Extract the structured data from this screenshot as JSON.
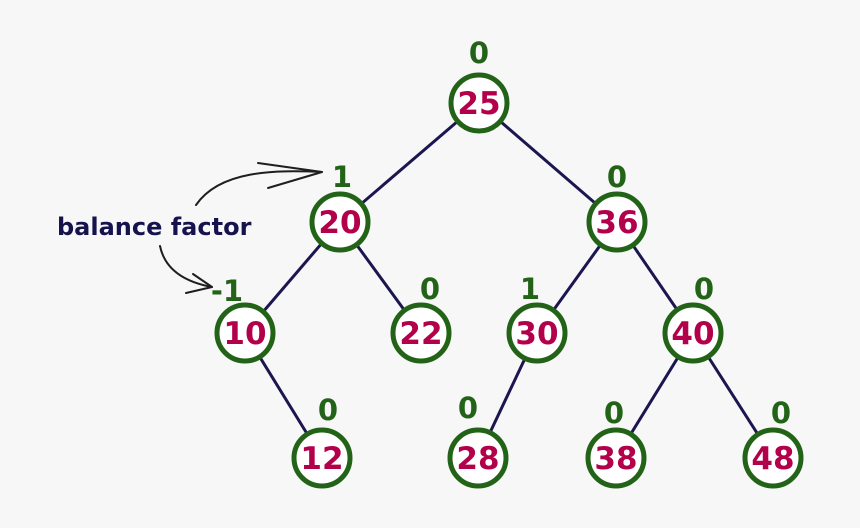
{
  "annotation": {
    "text": "balance factor"
  },
  "nodes": [
    {
      "id": "25",
      "value": "25",
      "balance": "0"
    },
    {
      "id": "20",
      "value": "20",
      "balance": "1"
    },
    {
      "id": "36",
      "value": "36",
      "balance": "0"
    },
    {
      "id": "10",
      "value": "10",
      "balance": "-1"
    },
    {
      "id": "22",
      "value": "22",
      "balance": "0"
    },
    {
      "id": "30",
      "value": "30",
      "balance": "1"
    },
    {
      "id": "40",
      "value": "40",
      "balance": "0"
    },
    {
      "id": "12",
      "value": "12",
      "balance": "0"
    },
    {
      "id": "28",
      "value": "28",
      "balance": "0"
    },
    {
      "id": "38",
      "value": "38",
      "balance": "0"
    },
    {
      "id": "48",
      "value": "48",
      "balance": "0"
    }
  ],
  "edges": [
    [
      "25",
      "20"
    ],
    [
      "25",
      "36"
    ],
    [
      "20",
      "10"
    ],
    [
      "20",
      "22"
    ],
    [
      "36",
      "30"
    ],
    [
      "36",
      "40"
    ],
    [
      "10",
      "12"
    ],
    [
      "30",
      "28"
    ],
    [
      "40",
      "38"
    ],
    [
      "40",
      "48"
    ]
  ],
  "colors": {
    "node_border": "#226318",
    "node_value": "#b3004a",
    "balance_factor": "#226318",
    "edge": "#1c1650",
    "annotation": "#16124e"
  }
}
